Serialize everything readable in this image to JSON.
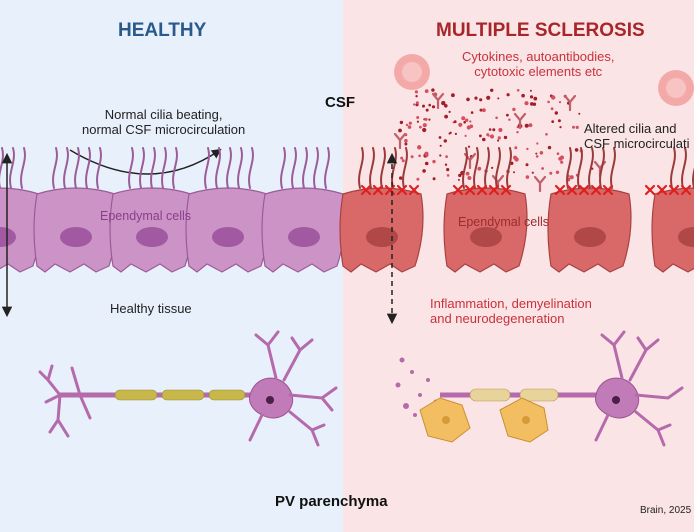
{
  "panels": {
    "healthy": {
      "title": "HEALTHY",
      "cilia_note_line1": "Normal cilia beating,",
      "cilia_note_line2": "normal CSF microcirculation",
      "cells_label": "Ependymal cells",
      "tissue_label": "Healthy tissue"
    },
    "ms": {
      "title": "MULTIPLE SCLEROSIS",
      "factors_line1": "Cytokines, autoantibodies,",
      "factors_line2": "cytotoxic elements etc",
      "cilia_note_line1": "Altered cilia and",
      "cilia_note_line2": "CSF microcirculati",
      "cells_label": "Ependymal cells",
      "damage_line1": "Inflammation, demyelination",
      "damage_line2": "and neurodegeneration"
    }
  },
  "csf_label": "CSF",
  "parenchyma_label": "PV parenchyma",
  "credit": "Brain, 2025",
  "colors": {
    "healthy_bg": "#e8f0fb",
    "ms_bg": "#fbe4e5",
    "healthy_cell": "#cc93c6",
    "ms_cell": "#d96868",
    "neuron": "#b56aab",
    "myelin": "#c8b74a",
    "glia": "#f3be62",
    "cross": "#e02020"
  }
}
